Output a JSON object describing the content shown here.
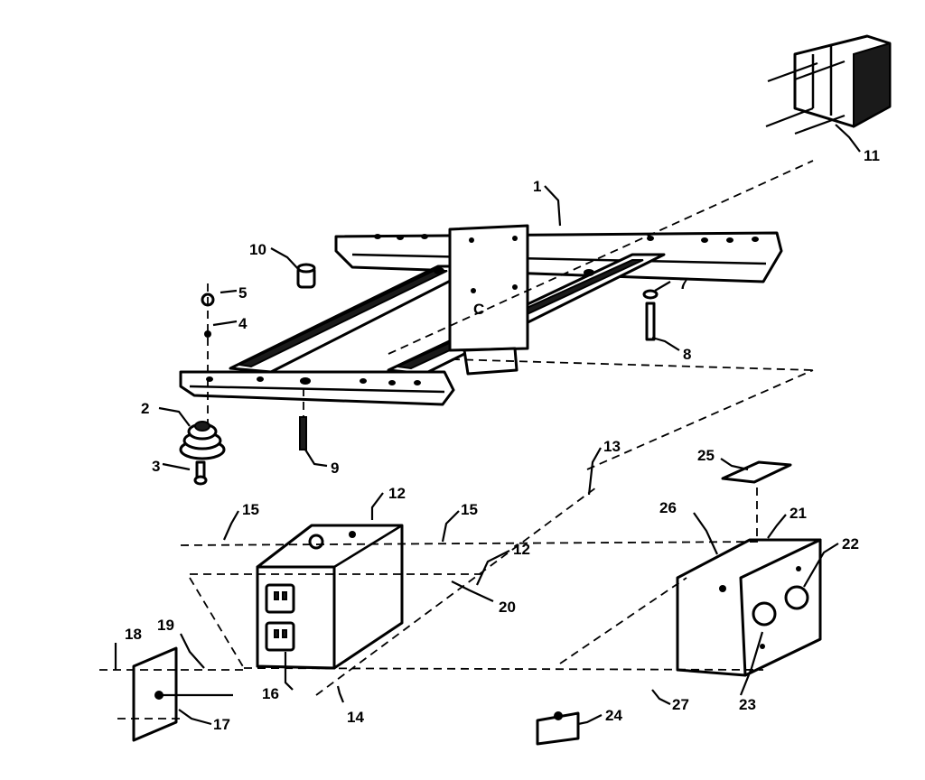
{
  "diagram": {
    "callouts": {
      "c1": "1",
      "c2": "2",
      "c3": "3",
      "c4": "4",
      "c5": "5",
      "c7": "7",
      "c8": "8",
      "c9": "9",
      "c10": "10",
      "c11": "11",
      "c12a": "12",
      "c12b": "12",
      "c13": "13",
      "c14": "14",
      "c15a": "15",
      "c15b": "15",
      "c16": "16",
      "c17": "17",
      "c18": "18",
      "c19": "19",
      "c20": "20",
      "c21": "21",
      "c22": "22",
      "c23": "23",
      "c24": "24",
      "c25": "25",
      "c26": "26",
      "c27": "27"
    },
    "plate_mark": "C"
  }
}
